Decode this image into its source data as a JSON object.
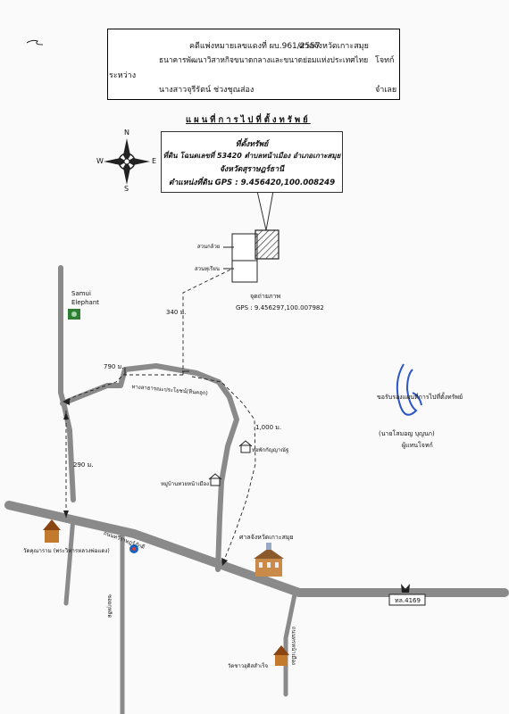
{
  "header": {
    "case_number": "คดีแพ่งหมายเลขแดงที่  ผบ.961/2557",
    "court": "ศาลจังหวัดเกาะสมุย",
    "between_label": "ระหว่าง",
    "plaintiff": "ธนาคารพัฒนาวิสาหกิจขนาดกลางและขนาดย่อมแห่งประเทศไทย",
    "plaintiff_role": "โจทก์",
    "defendant": "นางสาวจุรีรัตน์  ช่วงชุณส่อง",
    "defendant_role": "จำเลย"
  },
  "map_title": "แผนที่การไปที่ตั้งทรัพย์",
  "compass": {
    "n": "N",
    "s": "S",
    "e": "E",
    "w": "W"
  },
  "property_box": {
    "heading": "ที่ตั้งทรัพย์",
    "deed": "ที่ดิน โฉนดเลขที่ 53420 ตำบลหน้าเมือง อำเภอเกาะสมุย",
    "province": "จังหวัดสุราษฎร์ธานี",
    "gps": "ตำแหน่งที่ดิน GPS : 9.456420,100.008249"
  },
  "labels": {
    "plot_top": "สวนกล้วย",
    "plot_bottom": "สวนทุเรียน",
    "photo_point": "จุดถ่ายภาพ",
    "photo_gps": "GPS : 9.456297,100.007982",
    "samui_elephant": "Samui\nElephant",
    "dist_340": "340 ม.",
    "dist_790": "790 ม.",
    "dist_1000": "1,000 ม.",
    "dist_290": "290 ม.",
    "road_top": "ทางสาธารณะประโยชน์(หินคลุก)",
    "apartment": "หอพักกัญญาณัฐ",
    "village_office": "หมู่บ้านทวยหน้าเมือง",
    "main_road": "ถนนทวีราษฎร์ภักดี",
    "court_building": "ศาลจังหวัดเกาะสมุย",
    "temple_left": "วัดคุณาราม  (พระวิหารหลวงพ่อแดง)",
    "side_road_1": "ซอยกุหลิด",
    "side_road_2": "ถนนทรหน้าเมือง",
    "temple_bottom": "วัดชาวอุดิสสำเร็จ",
    "highway": "ทล.4169"
  },
  "signature": {
    "certify": "ขอรับรองแผนที่การไปที่ตั้งทรัพย์",
    "name": "(นายโสมอญ   บุญนก)",
    "role": "ผู้แทนโจทก์"
  },
  "colors": {
    "road": "#8a8a8a",
    "ink": "#111111",
    "property_fill": "#ffffff",
    "signature": "#2c55c8"
  }
}
